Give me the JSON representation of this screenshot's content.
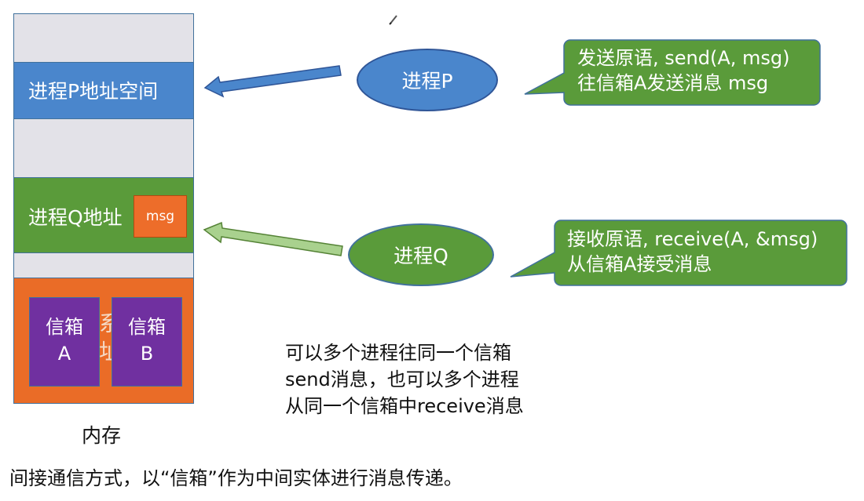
{
  "memory": {
    "segments": {
      "process_p": "进程P地址空间",
      "process_q": "进程Q地址",
      "msg": "msg",
      "hidden_text": "系\n址"
    },
    "mailboxes": [
      {
        "line1": "信箱",
        "line2": "A"
      },
      {
        "line1": "信箱",
        "line2": "B"
      }
    ],
    "caption": "内存"
  },
  "processes": {
    "p_label": "进程P",
    "q_label": "进程Q"
  },
  "callouts": {
    "send": {
      "line1": "发送原语, send(A, msg)",
      "line2": "往信箱A发送消息 msg"
    },
    "receive": {
      "line1": "接收原语, receive(A, &msg)",
      "line2": "从信箱A接受消息"
    }
  },
  "note": {
    "line1": "可以多个进程往同一个信箱",
    "line2": "send消息，也可以多个进程",
    "line3": "从同一个信箱中receive消息"
  },
  "footer": "间接通信方式，以“信箱”作为中间实体进行消息传递。",
  "colors": {
    "blue": "#4a86cc",
    "green": "#5a9b3a",
    "orange": "#ea6c27",
    "purple": "#7030a0",
    "gray": "#e3e2e8"
  }
}
